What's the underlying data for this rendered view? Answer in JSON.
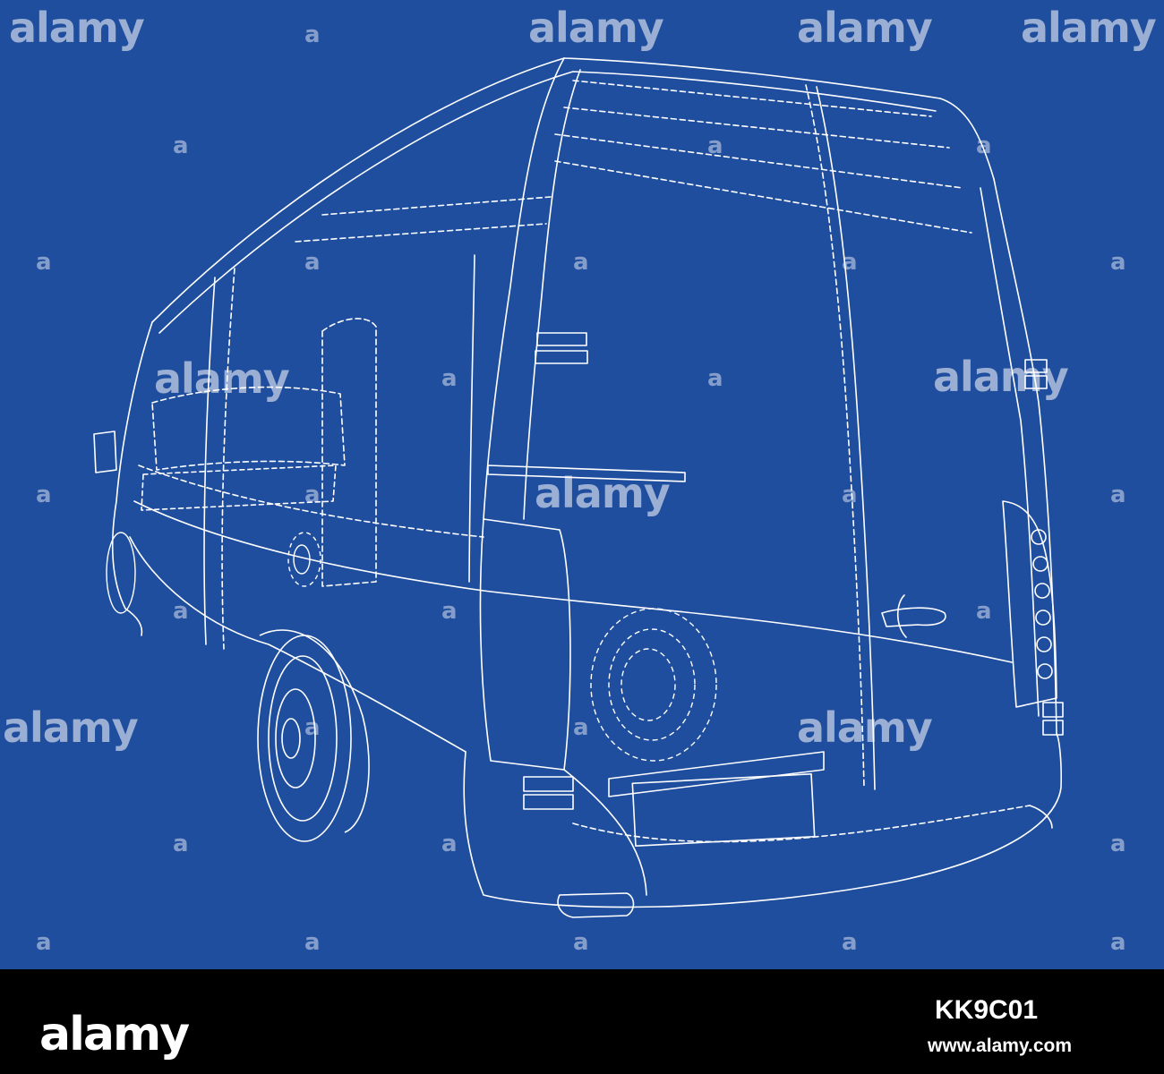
{
  "colors": {
    "background": "#1f4e9e",
    "line": "#ffffff",
    "footer": "#000000"
  },
  "watermark": {
    "word": "alamy",
    "letter": "a"
  },
  "footer": {
    "brand": "alamy",
    "image_id": "KK9C01",
    "website": "www.alamy.com"
  }
}
